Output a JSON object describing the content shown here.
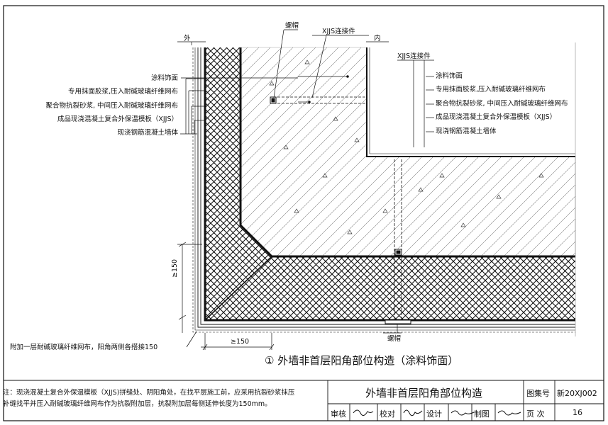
{
  "labels": {
    "outside": "外",
    "inside": "内",
    "bolt_cap_top": "螺帽",
    "bolt_cap_bottom": "螺帽",
    "connector_top": "XJJS连接件",
    "connector_right": "XJJS连接件",
    "dim_vertical": "≥150",
    "dim_horizontal": "≥150",
    "mesh_note": "附加一层耐碱玻璃纤维网布，阳角两侧各搭接150"
  },
  "left_layers": [
    "涂料饰面",
    "专用抹面胶浆,压入耐碱玻璃纤维网布",
    "聚合物抗裂砂浆, 中间压入耐碱玻璃纤维网布",
    "成品现浇混凝土复合外保温模板（XJJS）",
    "现浇钢筋混凝土墙体"
  ],
  "right_layers": [
    "涂料饰面",
    "专用抹面胶浆,压入耐碱玻璃纤维网布",
    "聚合物抗裂砂浆, 中间压入耐碱玻璃纤维网布",
    "成品现浇混凝土复合外保温模板（XJJS）",
    "现浇钢筋混凝土墙体"
  ],
  "caption": "①  外墙非首层阳角部位构造（涂料饰面）",
  "note_lines": [
    "注：现浇混凝土复合外保温模板（XJJS)拼缝处、阴阳角处，在找平层施工前，应采用抗裂砂浆抹压",
    "补缝找平并压入耐碱玻璃纤维网布作为抗裂附加层，抗裂附加层每侧延伸长度为150mm。"
  ],
  "title_block": {
    "title": "外墙非首层阳角部位构造",
    "atlas_label": "图集号",
    "atlas_no": "新20XJ002",
    "review": "审核",
    "check": "校对",
    "design": "设计",
    "draw": "制图",
    "page_label": "页 次",
    "page_no": "16"
  }
}
